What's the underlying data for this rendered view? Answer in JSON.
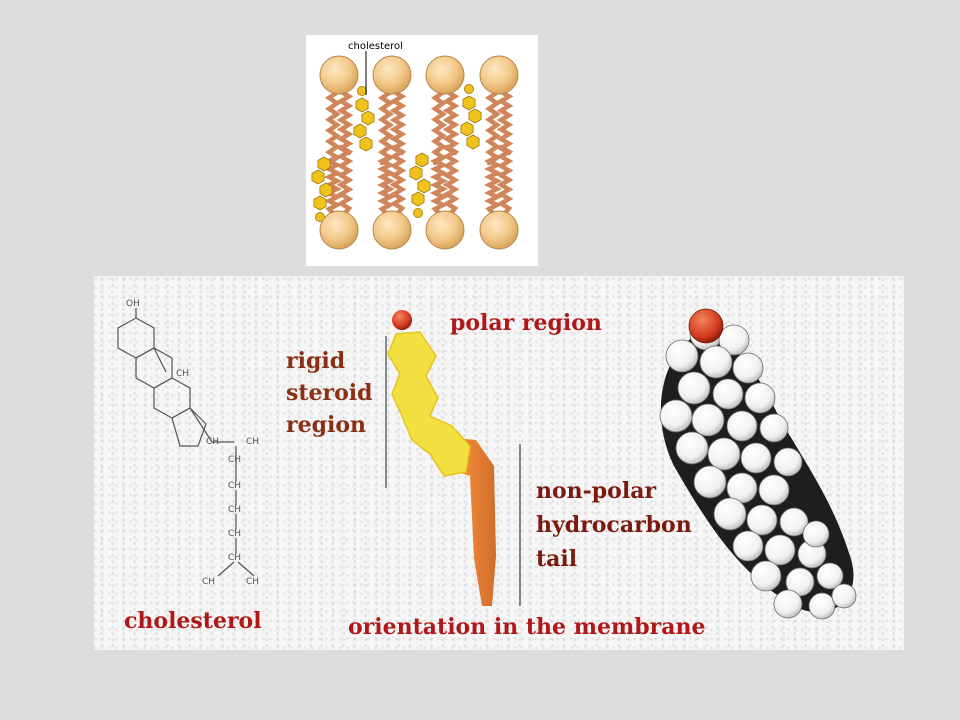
{
  "membrane": {
    "cholesterol_label": "cholesterol"
  },
  "structure": {
    "formula_labels": {
      "oh": "OH",
      "ch3_ring": "CH",
      "ch3_a": "CH",
      "ch3_b": "CH",
      "ch": "CH",
      "ch2_a": "CH",
      "ch2_b": "CH",
      "ch2_c": "CH",
      "ch_tail": "CH",
      "ch3_c": "CH",
      "ch3_d": "CH"
    },
    "cholesterol_label": "cholesterol",
    "polar_label": "polar region",
    "rigid_label": [
      "rigid",
      "steroid",
      "region"
    ],
    "nonpolar_label": [
      "non-polar",
      "hydrocarbon",
      "tail"
    ],
    "orientation_label": "orientation in the membrane"
  },
  "colors": {
    "page_bg": "#dcdcdc",
    "head": "#f3c98a",
    "tail": "#d0865a",
    "steroid_yellow": "#f2e040",
    "tail_orange": "#e0782a",
    "label_red": "#b01818",
    "oxygen_red": "#d23a1e"
  }
}
